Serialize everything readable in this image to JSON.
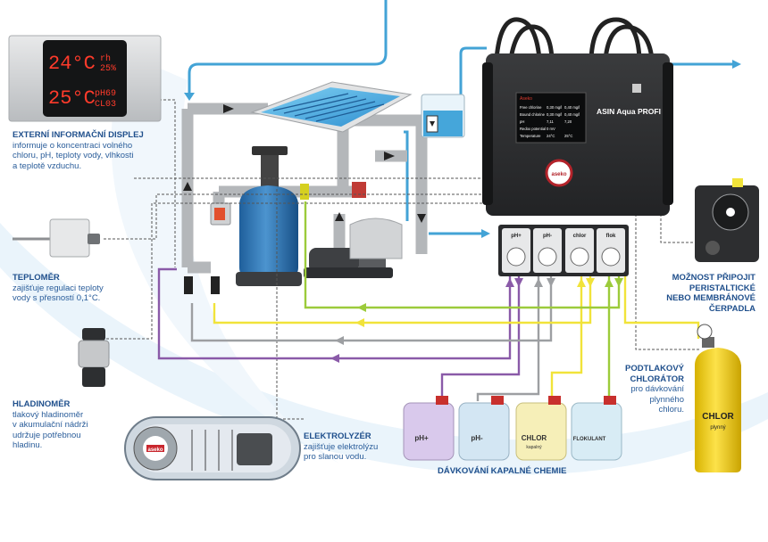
{
  "display": {
    "row1_value": "24°C",
    "row1_unit": "rh",
    "row1_extra": "25%",
    "row2_value": "25°C",
    "row2_top": "pH69",
    "row2_bottom": "CL03"
  },
  "labels": {
    "display_title": "EXTERNÍ INFORMAČNÍ DISPLEJ",
    "display_text": [
      "informuje o koncentraci volného",
      "chloru, pH, teploty vody, vlhkosti",
      "a teplotě vzduchu."
    ],
    "thermometer_title": "TEPLOMĚR",
    "thermometer_text": [
      "zajišťuje regulaci teploty",
      "vody s přesností 0,1°C."
    ],
    "level_title": "HLADINOMĚR",
    "level_text": [
      "tlakový hladinoměr",
      "v akumulační nádrži",
      "udržuje potřebnou",
      "hladinu."
    ],
    "electrolyzer_title": "ELEKTROLYZÉR",
    "electrolyzer_text": [
      "zajišťuje elektrolýzu",
      "pro slanou vodu."
    ],
    "dosing_title": "DÁVKOVÁNÍ KAPALNÉ CHEMIE",
    "vacuum_title": [
      "PODTLAKOVÝ",
      "CHLORÁTOR"
    ],
    "vacuum_text": [
      "pro dávkování",
      "plynného",
      "chloru."
    ],
    "pump_title": [
      "MOŽNOST PŘIPOJIT",
      "PERISTALTICKÉ",
      "NEBO MEMBRÁNOVÉ",
      "ČERPADLA"
    ]
  },
  "controller": {
    "brand": "ASIN Aqua PROFI",
    "logo": "aseko",
    "screen_header": "Aseko",
    "screen_rows": [
      {
        "label": "Free chlorine",
        "value": "0,30 mg/l",
        "target": "0,40 mg/l"
      },
      {
        "label": "Bound chlorine",
        "value": "0,30 mg/l",
        "target": "0,40 mg/l"
      },
      {
        "label": "pH",
        "value": "7,11",
        "target": "7,20"
      },
      {
        "label": "Redox potential",
        "value": "0 mV",
        "target": ""
      },
      {
        "label": "Temperature",
        "value": "24°C",
        "target": "25°C"
      }
    ]
  },
  "pumps": [
    "pH+",
    "pH-",
    "chlor",
    "flok"
  ],
  "canisters": [
    {
      "label": "pH+",
      "sub": "",
      "color": "#d9c9ec"
    },
    {
      "label": "pH-",
      "sub": "",
      "color": "#d3e6f3"
    },
    {
      "label": "CHLOR",
      "sub": "kapalný",
      "color": "#f6efb8"
    },
    {
      "label": "FLOKULANT",
      "sub": "",
      "color": "#d8ecf5"
    }
  ],
  "cylinder": {
    "label": "CHLOR",
    "sub": "plynný"
  },
  "electrolyzer_device": {
    "logo": "aseko"
  },
  "colors": {
    "pipe": "#b4b7ba",
    "water": "#43a3d6",
    "ph_plus": "#8a5aa8",
    "ph_minus": "#8d8f92",
    "chlor": "#f1e33a",
    "flok": "#9ccb3b",
    "text": "#2a5d9a"
  }
}
